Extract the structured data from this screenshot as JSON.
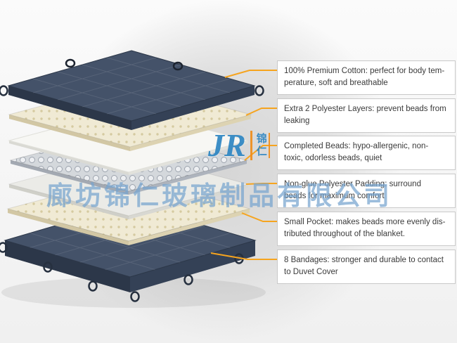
{
  "colors": {
    "navy_layer_top": "#445269",
    "navy_layer_side": "#2f3b4f",
    "cream_layer": "#f0ead4",
    "beads_layer": "#d4d8dc",
    "connector_orange": "#f6a41e",
    "watermark_blue": "#76a4ce",
    "logo_blue": "#2e86c3",
    "logo_orange": "#ef8e1d"
  },
  "watermark": {
    "logo_letters": "JR",
    "logo_char1": "锦",
    "logo_char2": "仁",
    "company": "廊坊锦仁玻璃制品有限公司"
  },
  "callouts": [
    {
      "id": "premium-cotton",
      "line1": "100% Premium Cotton: perfect for body tem-",
      "line2": "perature, soft and breathable"
    },
    {
      "id": "polyester-layers",
      "line1": "Extra 2 Polyester Layers: prevent beads from",
      "line2": "leaking"
    },
    {
      "id": "completed-beads",
      "line1": "Completed Beads: hypo-allergenic, non-",
      "line2": "toxic, odorless beads, quiet"
    },
    {
      "id": "polyester-padding",
      "line1": "Non-glue Polyester Padding: surround",
      "line2": "beads for maximum comfort"
    },
    {
      "id": "small-pocket",
      "line1": "Small Pocket: makes beads more evenly dis-",
      "line2": "tributed throughout of the blanket."
    },
    {
      "id": "bandages",
      "line1": "8 Bandages: stronger and durable to contact",
      "line2": "to Duvet Cover"
    }
  ]
}
